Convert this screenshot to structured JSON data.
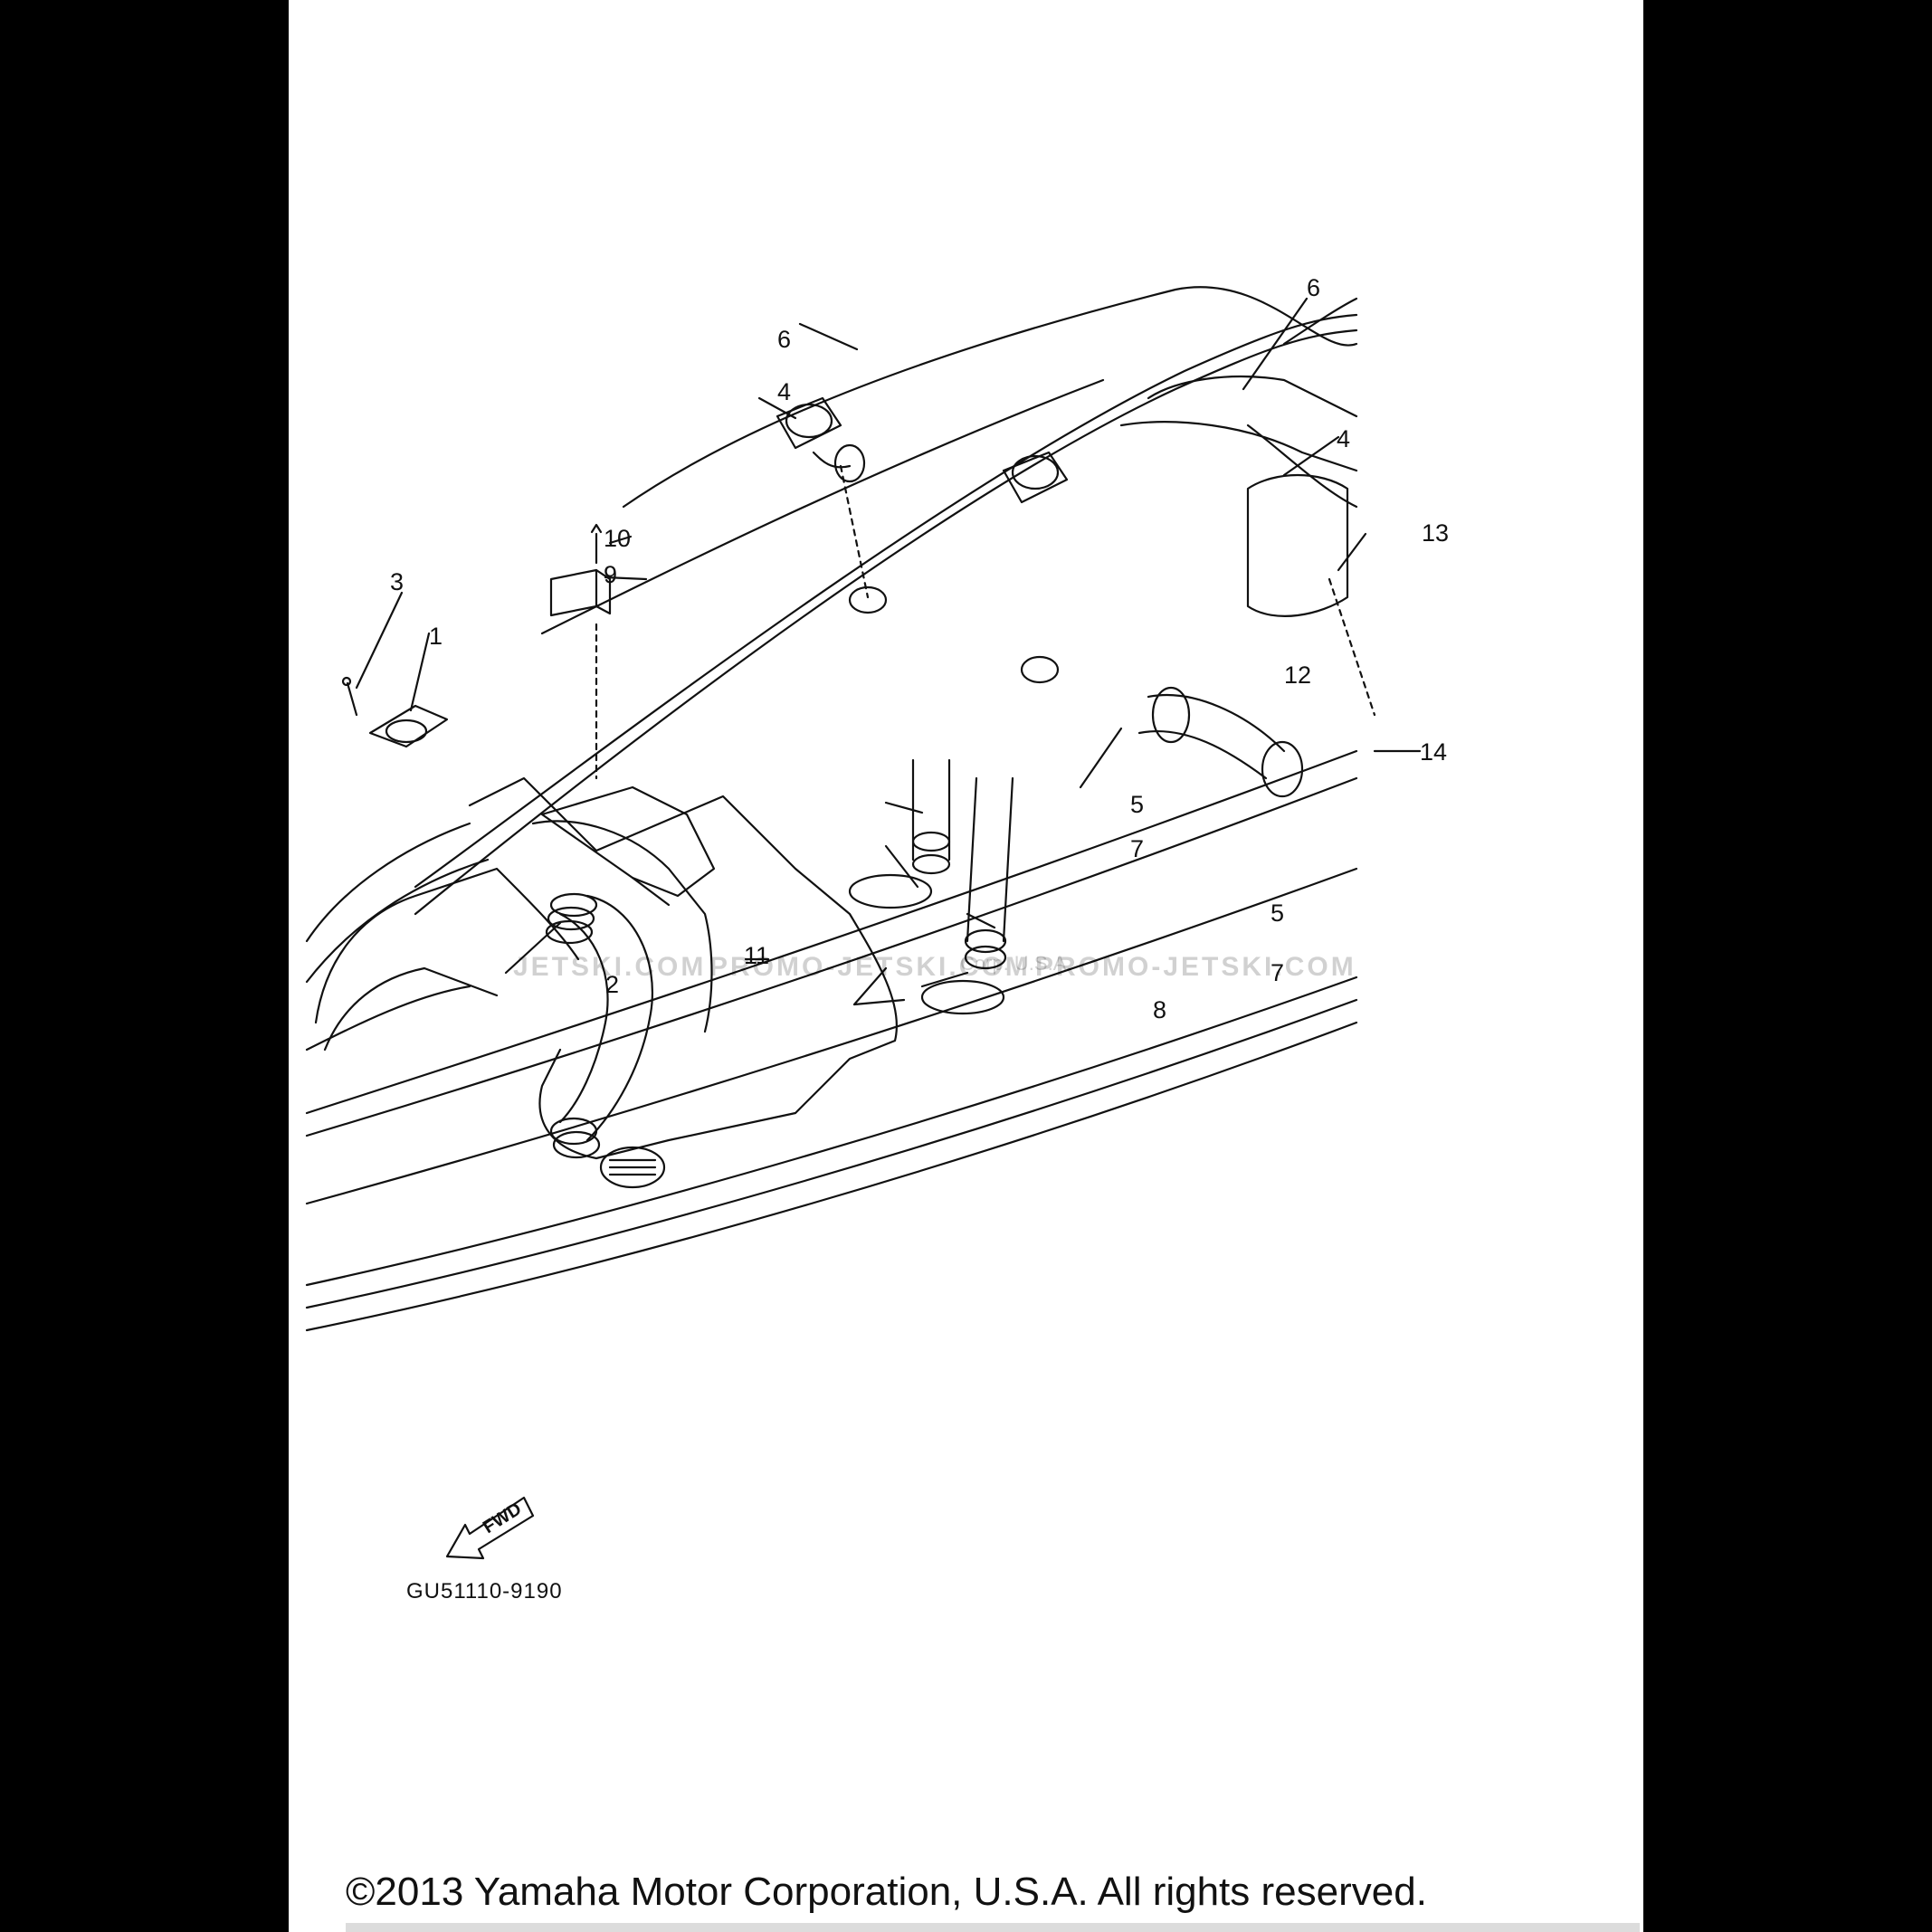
{
  "diagram": {
    "callouts": [
      {
        "label": "1"
      },
      {
        "label": "2"
      },
      {
        "label": "3"
      },
      {
        "label": "4"
      },
      {
        "label": "4"
      },
      {
        "label": "5"
      },
      {
        "label": "5"
      },
      {
        "label": "6"
      },
      {
        "label": "6"
      },
      {
        "label": "7"
      },
      {
        "label": "7"
      },
      {
        "label": "8"
      },
      {
        "label": "9"
      },
      {
        "label": "10"
      },
      {
        "label": "11"
      },
      {
        "label": "12"
      },
      {
        "label": "13"
      },
      {
        "label": "14"
      }
    ],
    "fwd_label": "FWD",
    "drawing_code": "GU51110-9190"
  },
  "watermark": {
    "text_1": "JETSKI.COM",
    "text_2": "PROMO-JETSKI.COM",
    "text_3": "Corp. U.S.A.",
    "text_4": "PROMO-JETSKI.COM"
  },
  "footer": {
    "copyright": "©2013 Yamaha Motor Corporation, U.S.A. All rights reserved."
  },
  "colors": {
    "background": "#000000",
    "sheet": "#ffffff",
    "line": "#111111"
  }
}
